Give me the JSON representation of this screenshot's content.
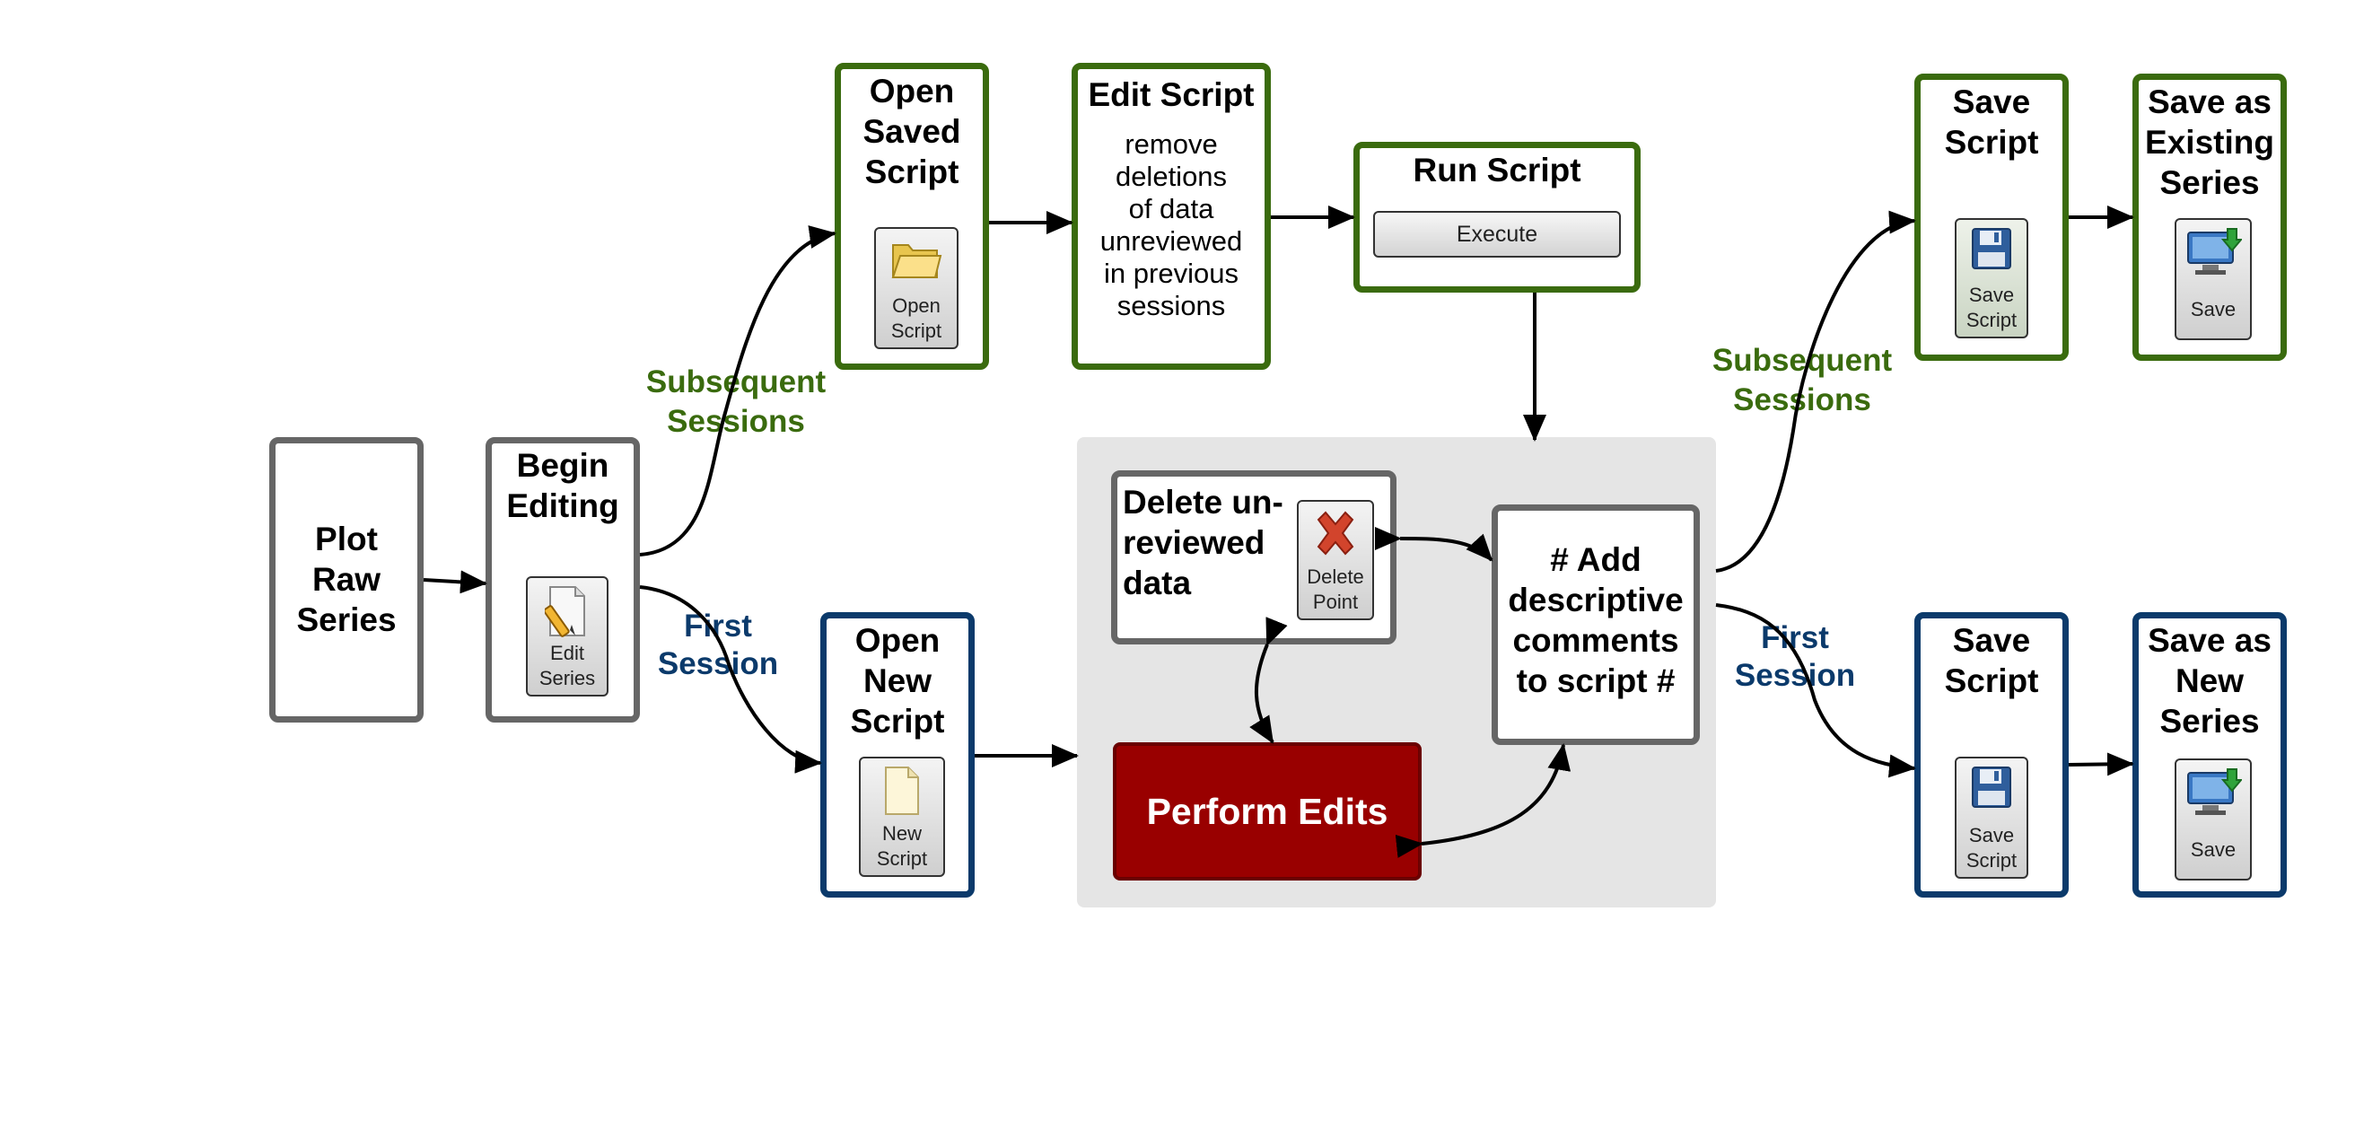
{
  "plot_raw": {
    "title": "Plot\nRaw\nSeries"
  },
  "begin_editing": {
    "title": "Begin\nEditing",
    "button": "Edit\nSeries"
  },
  "branch_labels": {
    "subsequent_left": "Subsequent\nSessions",
    "first_left": "First\nSession",
    "subsequent_right": "Subsequent\nSessions",
    "first_right": "First\nSession"
  },
  "open_saved": {
    "title": "Open\nSaved\nScript",
    "button": "Open\nScript"
  },
  "edit_script": {
    "title": "Edit Script",
    "text": "remove\ndeletions\nof data\nunreviewed\nin previous\nsessions"
  },
  "run_script": {
    "title": "Run Script",
    "button": "Execute"
  },
  "open_new": {
    "title": "Open\nNew\nScript",
    "button": "New\nScript"
  },
  "delete_unreviewed": {
    "title": "Delete un-\nreviewed\ndata",
    "button": "Delete\nPoint"
  },
  "add_comments": {
    "title": "# Add\ndescriptive\ncomments\nto script #"
  },
  "perform_edits": {
    "label": "Perform Edits"
  },
  "save_script_top": {
    "title": "Save\nScript",
    "button": "Save\nScript"
  },
  "save_existing": {
    "title": "Save as\nExisting\nSeries",
    "button": "Save"
  },
  "save_script_bottom": {
    "title": "Save\nScript",
    "button": "Save\nScript"
  },
  "save_new": {
    "title": "Save as\nNew\nSeries",
    "button": "Save"
  },
  "colors": {
    "green": "#3a6b0e",
    "blue": "#0b3a6b",
    "gray": "#666666",
    "red": "#990000",
    "panel": "#e5e5e5"
  }
}
